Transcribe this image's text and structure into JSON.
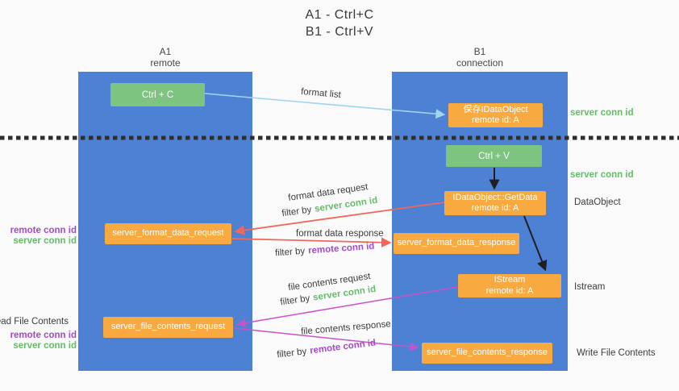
{
  "title": {
    "line1": "A1 - Ctrl+C",
    "line2": "B1 - Ctrl+V"
  },
  "columns": {
    "a1": {
      "name": "A1",
      "subtitle": "remote"
    },
    "b1": {
      "name": "B1",
      "subtitle": "connection"
    }
  },
  "nodes": {
    "ctrl_c": {
      "label": "Ctrl + C"
    },
    "ctrl_v": {
      "label": "Ctrl + V"
    },
    "save_dataobject": {
      "line1": "保存IDataObject",
      "line2": "remote id: A"
    },
    "getdata": {
      "line1": "IDataObject::GetData",
      "line2": "remote id: A"
    },
    "istream": {
      "line1": "IStream",
      "line2": "remote id: A"
    },
    "format_request": {
      "label": "server_format_data_request"
    },
    "format_response": {
      "label": "server_format_data_response"
    },
    "file_request": {
      "label": "server_file_contents_request"
    },
    "file_response": {
      "label": "server_file_contents_response"
    }
  },
  "edge_labels": {
    "format_list": "format list",
    "format_data_request": "format data request",
    "format_data_request_filter": {
      "prefix": "filter by",
      "value": "server conn id"
    },
    "format_data_response": "format data response",
    "format_data_response_filter": {
      "prefix": "filter by",
      "value": "remote conn id"
    },
    "file_contents_request": "file contents request",
    "file_contents_request_filter": {
      "prefix": "filter by",
      "value": "server conn id"
    },
    "file_contents_response": "file contents response",
    "file_contents_response_filter": {
      "prefix": "filter by",
      "value": "remote conn id"
    }
  },
  "side_labels": {
    "server_conn_id_top": "server conn id",
    "server_conn_id_mid": "server conn id",
    "dataobject": "DataObject",
    "istream": "Istream",
    "write_file_contents": "Write File Contents",
    "read_file_contents": "Read File Contents",
    "format_remote_conn_id": "remote conn id",
    "format_server_conn_id": "server conn id",
    "file_remote_conn_id": "remote conn id",
    "file_server_conn_id": "server conn id"
  },
  "colors": {
    "column_blue": "#4d81d3",
    "node_green": "#7cc480",
    "node_orange": "#f8aa40",
    "arrow_lightblue": "#9fd5f0",
    "arrow_red": "#f0685c",
    "arrow_magenta": "#ca52c8",
    "arrow_black": "#1f1f1f",
    "label_green": "#64bd68",
    "label_purple": "#a24bc8",
    "text_dark": "#3c3c3c",
    "background": "#fafafa"
  }
}
